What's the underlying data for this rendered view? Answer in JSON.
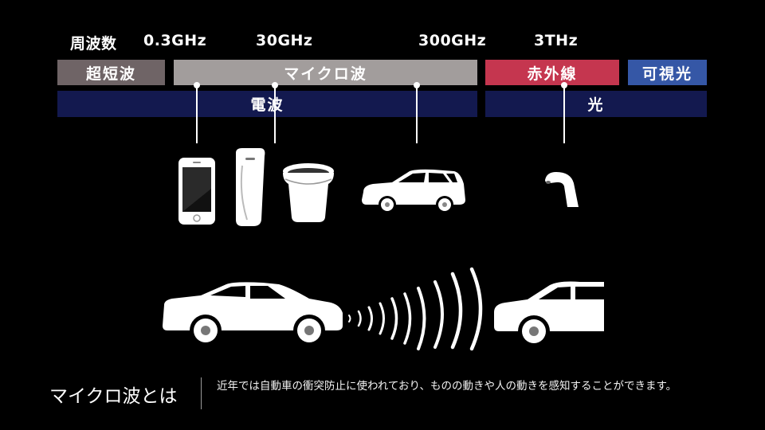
{
  "frequency": {
    "label": "周波数",
    "ticks": [
      "0.3GHz",
      "30GHz",
      "300GHz",
      "3THz"
    ]
  },
  "bands": {
    "short_wave": "超短波",
    "microwave": "マイクロ波",
    "infrared": "赤外線",
    "visible": "可視光",
    "radio_wave": "電波",
    "light": "光"
  },
  "colors": {
    "short_wave": "#6f6466",
    "microwave": "#a29d9c",
    "infrared": "#c5364f",
    "visible": "#3557a6",
    "radio_wave": "#13194f",
    "light": "#13194f"
  },
  "devices": [
    "smartphone-icon",
    "urinal-icon",
    "toilet-icon",
    "car-icon",
    "faucet-icon"
  ],
  "caption": {
    "title": "マイクロ波とは",
    "text": "近年では自動車の衝突防止に使われており、ものの動きや人の動きを感知することができます。"
  }
}
